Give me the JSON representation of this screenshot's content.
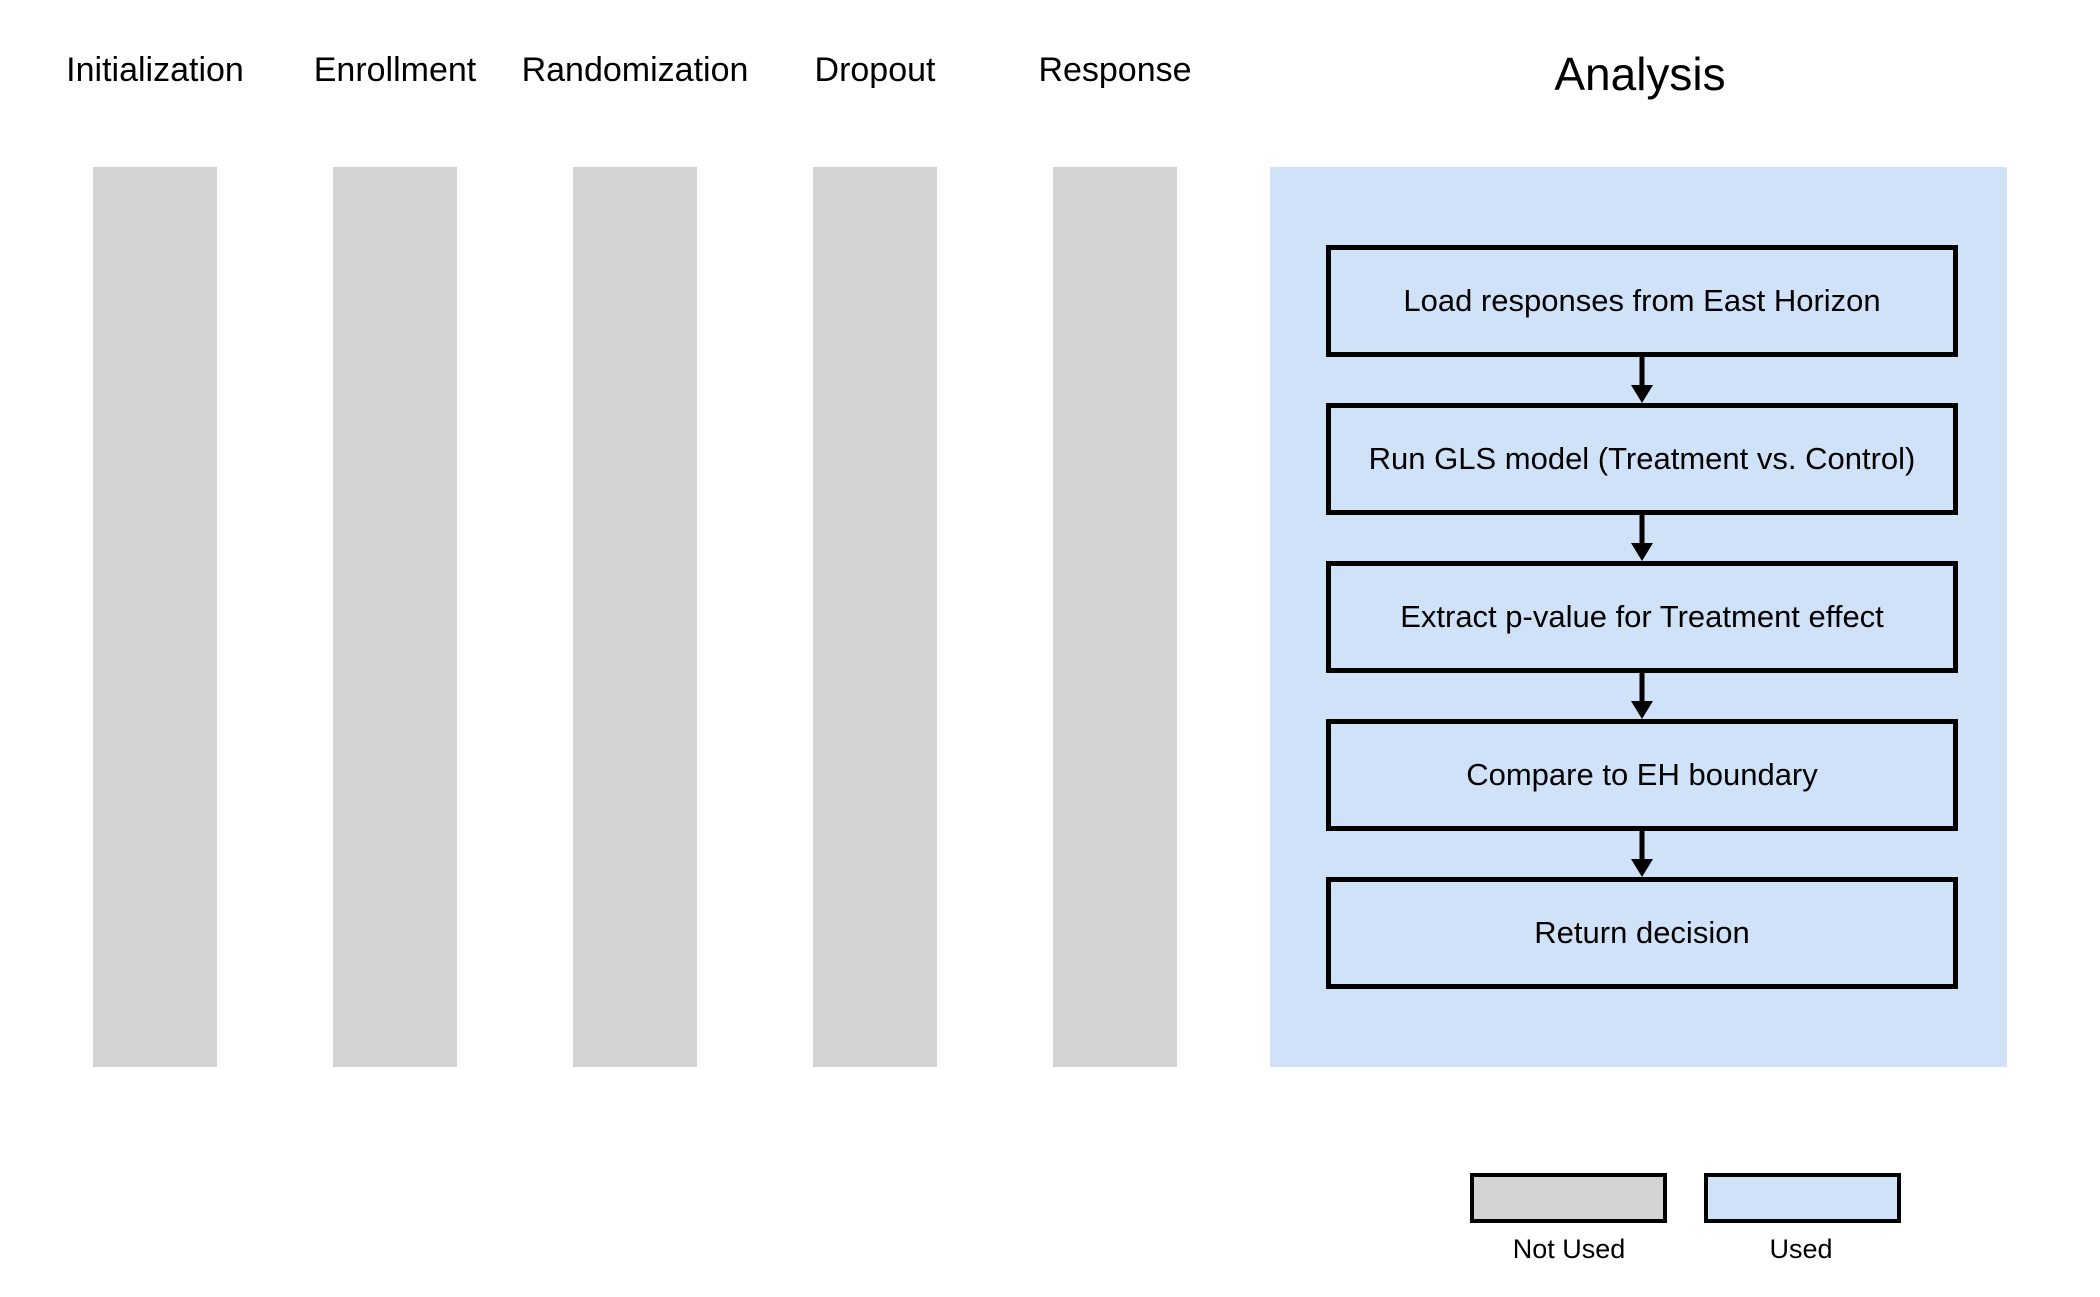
{
  "diagram": {
    "stages": [
      {
        "label": "Initialization",
        "status": "Not Used"
      },
      {
        "label": "Enrollment",
        "status": "Not Used"
      },
      {
        "label": "Randomization",
        "status": "Not Used"
      },
      {
        "label": "Dropout",
        "status": "Not Used"
      },
      {
        "label": "Response",
        "status": "Not Used"
      },
      {
        "label": "Analysis",
        "status": "Used"
      }
    ],
    "analysis_steps": [
      "Load responses from East Horizon",
      "Run GLS model (Treatment vs. Control)",
      "Extract p-value for Treatment effect",
      "Compare to EH boundary",
      "Return decision"
    ],
    "legend": {
      "not_used": {
        "label": "Not Used",
        "color": "#d3d3d3"
      },
      "used": {
        "label": "Used",
        "color": "#d0e2f8"
      }
    },
    "colors": {
      "not_used_fill": "#d3d3d3",
      "used_fill": "#d0e2f8",
      "border": "#000000",
      "background": "#ffffff",
      "text": "#000000"
    }
  }
}
